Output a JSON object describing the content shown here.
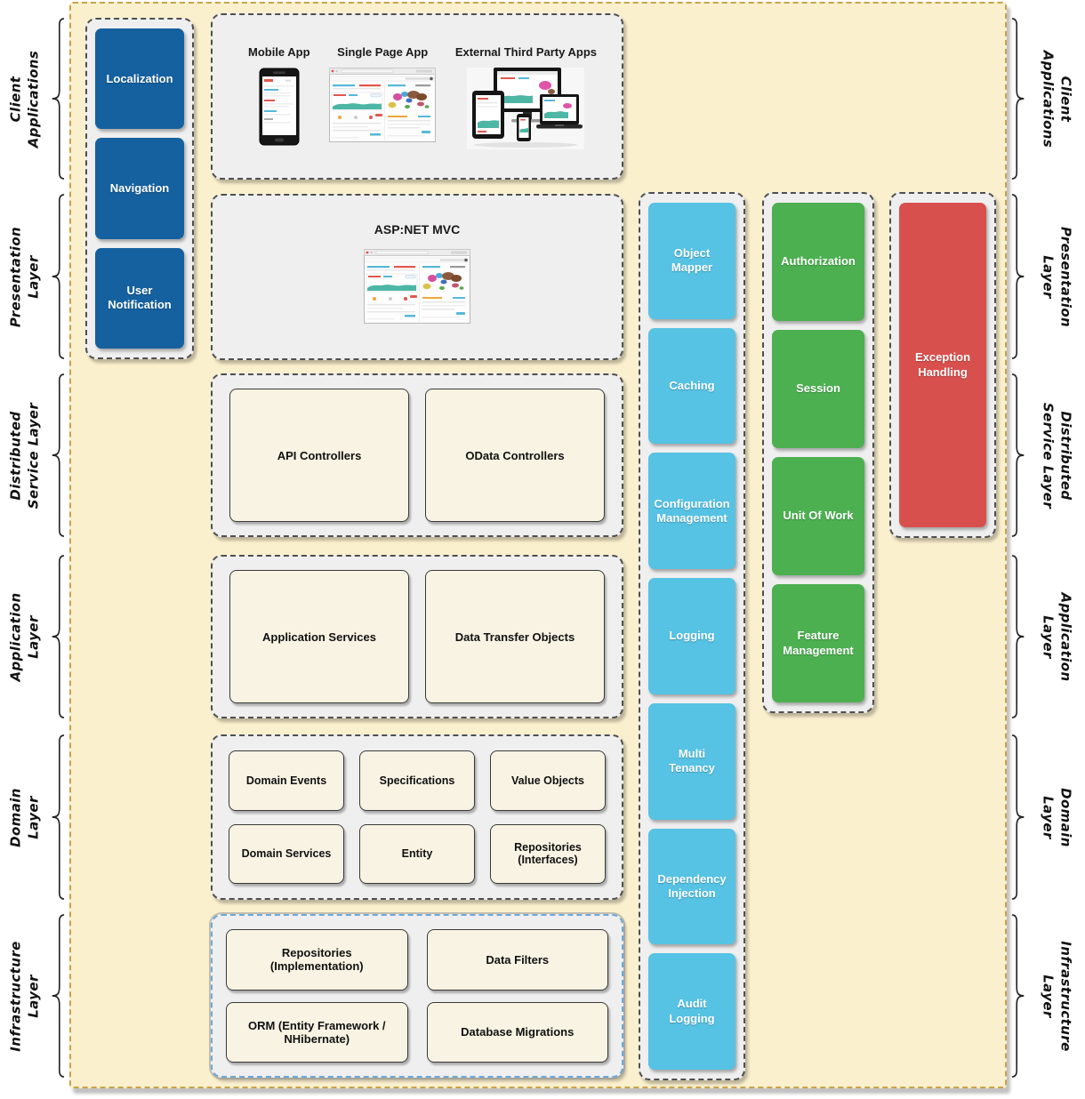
{
  "side_labels": [
    {
      "lines": [
        "Client",
        "Applications"
      ]
    },
    {
      "lines": [
        "Presentation",
        "Layer"
      ]
    },
    {
      "lines": [
        "Distributed",
        "Service Layer"
      ]
    },
    {
      "lines": [
        "Application",
        "Layer"
      ]
    },
    {
      "lines": [
        "Domain",
        "Layer"
      ]
    },
    {
      "lines": [
        "Infrastructure",
        "Layer"
      ]
    }
  ],
  "blue_column": [
    "Localization",
    "Navigation",
    "User Notification"
  ],
  "client_apps": {
    "items": [
      {
        "label": "Mobile App",
        "icon": "mobile-phone-screenshot"
      },
      {
        "label": "Single Page App",
        "icon": "dashboard-browser-screenshot"
      },
      {
        "label": "External Third Party Apps",
        "icon": "multi-device-screenshot"
      }
    ]
  },
  "presentation": {
    "title": "ASP:NET MVC",
    "icon": "dashboard-browser-screenshot"
  },
  "distributed": {
    "boxes": [
      "API Controllers",
      "OData Controllers"
    ]
  },
  "application": {
    "boxes": [
      "Application Services",
      "Data Transfer Objects"
    ]
  },
  "domain": {
    "boxes": [
      "Domain Events",
      "Specifications",
      "Value Objects",
      "Domain Services",
      "Entity",
      "Repositories (Interfaces)"
    ]
  },
  "infrastructure": {
    "boxes": [
      "Repositories (Implementation)",
      "Data Filters",
      "ORM (Entity Framework / NHibernate)",
      "Database Migrations"
    ]
  },
  "cyan_column": [
    "Object Mapper",
    "Caching",
    "Configuration Management",
    "Logging",
    "Multi Tenancy",
    "Dependency Injection",
    "Audit Logging"
  ],
  "green_column": [
    "Authorization",
    "Session",
    "Unit Of Work",
    "Feature Management"
  ],
  "red_column": [
    "Exception Handling"
  ],
  "colors": {
    "canvas_bg": "#fbf0cd",
    "canvas_border": "#c8a24b",
    "group_bg": "#efefef",
    "blue_box": "#15619f",
    "cyan_box": "#56c2e4",
    "green_box": "#4cb050",
    "red_box": "#d8504d",
    "cream_box": "#f9f3e3",
    "infra_border": "#6ca9dc"
  }
}
